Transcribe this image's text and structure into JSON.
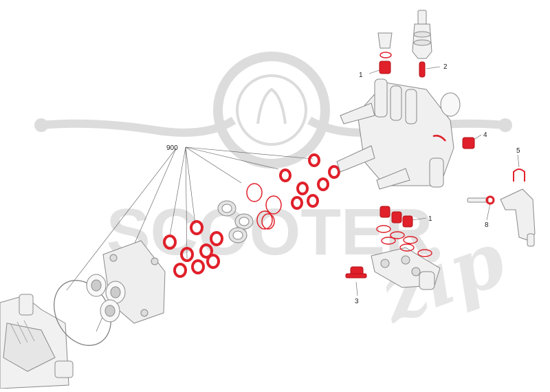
{
  "watermark": {
    "brand_line1": "SCOOTER",
    "brand_line2": "zip",
    "color": "#d9d9d9"
  },
  "colors": {
    "seal_red": "#e0202a",
    "seal_dark": "#b5121b",
    "part_grey": "#efefef",
    "outline": "#8a8a8a",
    "leader": "#555555"
  },
  "callouts": {
    "seal_kit": "900",
    "c1_top": "1",
    "c2": "2",
    "c4": "4",
    "c5": "5",
    "c8": "8",
    "c1_low": "1",
    "c3": "3"
  }
}
